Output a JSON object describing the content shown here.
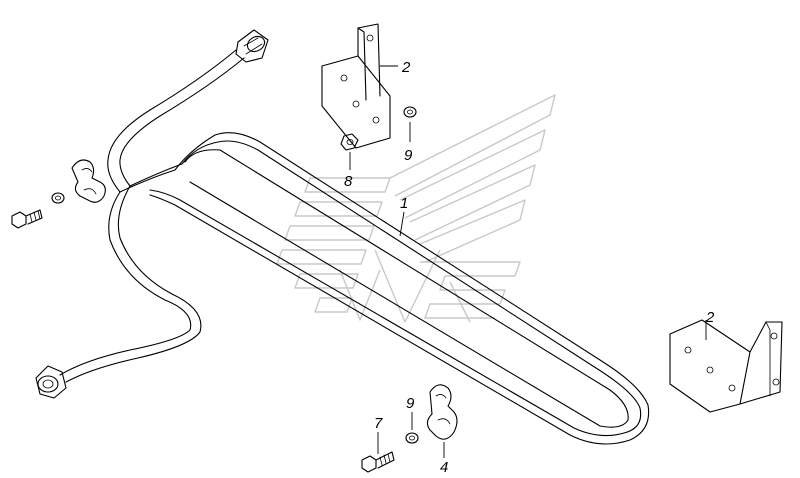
{
  "callouts": {
    "c1": "1",
    "c2_top": "2",
    "c2_right": "2",
    "c4": "4",
    "c7": "7",
    "c8": "8",
    "c9_top": "9",
    "c9_bottom": "9"
  },
  "colors": {
    "line": "#000000",
    "watermark": "#c8c8c8",
    "background": "#ffffff"
  },
  "icons": {
    "watermark": "brand-logo-watermark"
  }
}
